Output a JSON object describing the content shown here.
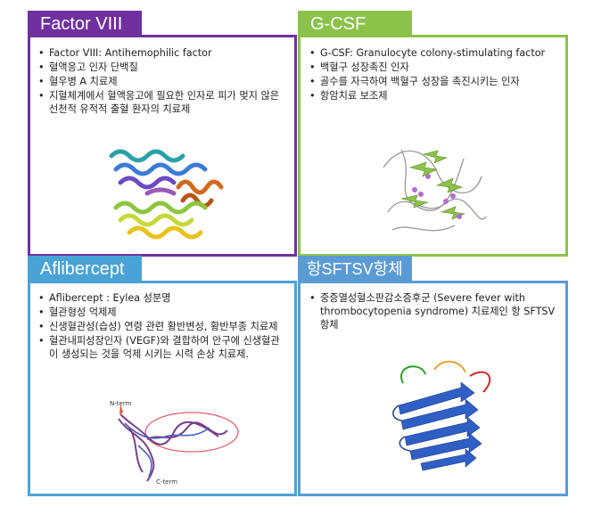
{
  "panels": {
    "factor8": {
      "title": "Factor VIII",
      "bullets": [
        "Factor VIII: Antihemophilic factor",
        "혈액응고 인자 단백질",
        "혈우병 A 치료제",
        "지혈체계에서 혈액응고에 필요한 인자로 피가 멎지 않은 선천적 유적적 출혈 환자의 치료제"
      ],
      "image": "protein-ribbon-structure",
      "color": "#7030a0"
    },
    "gcsf": {
      "title": "G-CSF",
      "bullets": [
        "G-CSF: Granulocyte colony-stimulating factor",
        "백혈구 성장촉진 인자",
        "골수를 자극하여 백혈구 성장을 촉진시키는 인자",
        "항암치료 보조제"
      ],
      "image": "protein-ribbon-structure",
      "color": "#8bc34a"
    },
    "aflibercept": {
      "title": "Aflibercept",
      "bullets": [
        "Aflibercept : Eylea 성분명",
        "혈관형성 억제제",
        "신생혈관성(습성) 연령 관련 황반변성, 황반부종 치료제",
        "혈관내피성장인자 (VEGF)와 결합하여 안구에 신생혈관이 생성되는 것을 억제 시키는 시력 손상 치료제."
      ],
      "image": "protein-ribbon-structure",
      "labels": {
        "n_term": "N-term",
        "c_term": "C-term"
      },
      "color": "#4aa3d6"
    },
    "sftsv": {
      "title": "항SFTSV항체",
      "bullets": [
        "중증열성혈소판감소증후군 (Severe fever with thrombocytopenia syndrome) 치료제인 항 SFTSV항체"
      ],
      "image": "protein-ribbon-structure",
      "color": "#5b9bd5"
    }
  }
}
